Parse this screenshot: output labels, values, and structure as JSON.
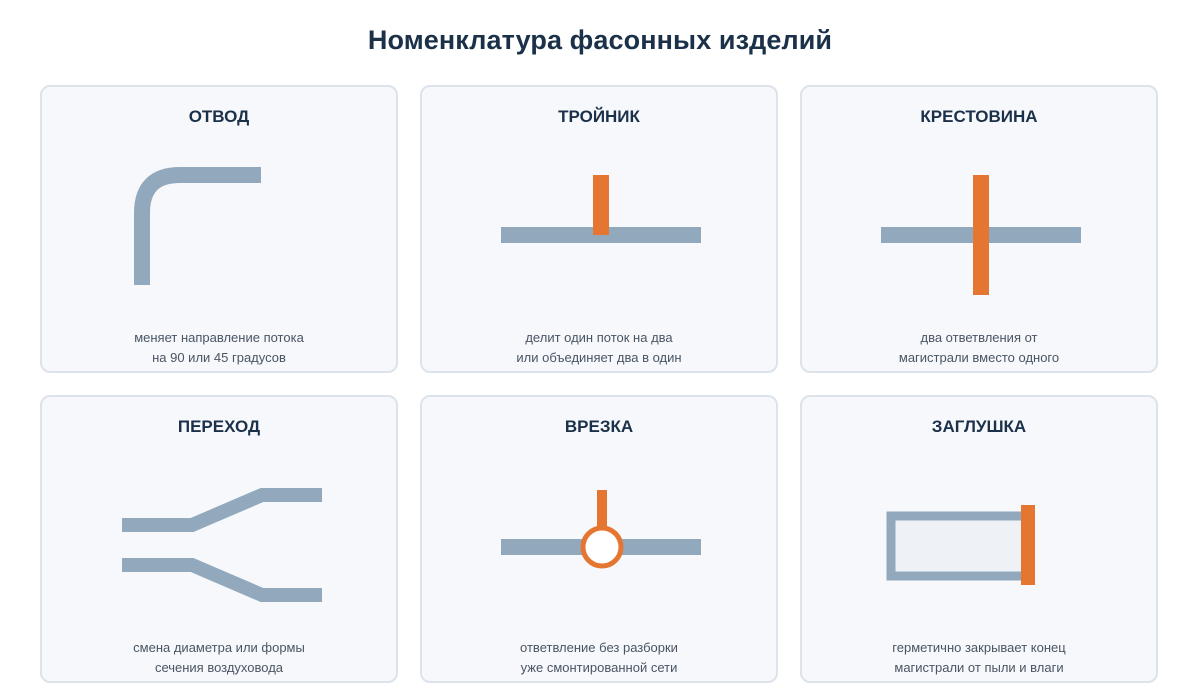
{
  "page": {
    "title": "Номенклатура фасонных изделий"
  },
  "colors": {
    "pipe": "#92a9bd",
    "accent": "#e57632",
    "card_bg": "#f6f8fb",
    "card_border": "#dde3ea",
    "title": "#1b3049",
    "text": "#4a5564"
  },
  "cards": [
    {
      "title": "ОТВОД",
      "icon": "elbow-fitting-icon",
      "desc_line1": "меняет направление потока",
      "desc_line2": "на 90 или 45 градусов"
    },
    {
      "title": "ТРОЙНИК",
      "icon": "tee-fitting-icon",
      "desc_line1": "делит один поток на два",
      "desc_line2": "или объединяет два в один"
    },
    {
      "title": "КРЕСТОВИНА",
      "icon": "cross-fitting-icon",
      "desc_line1": "два ответвления от",
      "desc_line2": "магистрали вместо одного"
    },
    {
      "title": "ПЕРЕХОД",
      "icon": "reducer-fitting-icon",
      "desc_line1": "смена диаметра или формы",
      "desc_line2": "сечения воздуховода"
    },
    {
      "title": "ВРЕЗКА",
      "icon": "tap-in-fitting-icon",
      "desc_line1": "ответвление без разборки",
      "desc_line2": "уже смонтированной сети"
    },
    {
      "title": "ЗАГЛУШКА",
      "icon": "end-cap-fitting-icon",
      "desc_line1": "герметично закрывает конец",
      "desc_line2": "магистрали от пыли и влаги"
    }
  ]
}
